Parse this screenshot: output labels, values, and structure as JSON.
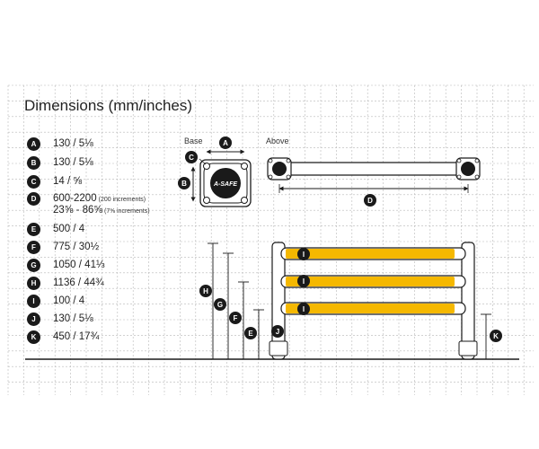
{
  "title": "Dimensions (mm/inches)",
  "views": {
    "base_label": "Base",
    "above_label": "Above",
    "brand_text": "A-SAFE"
  },
  "legend": [
    {
      "letter": "A",
      "value": "130 / 5⅛"
    },
    {
      "letter": "B",
      "value": "130 / 5⅛"
    },
    {
      "letter": "C",
      "value": "14 / ⅝"
    },
    {
      "letter": "D",
      "value": "600-2200",
      "note": "(200 increments)",
      "value2": "23⅝ - 86⅝",
      "note2": "(7⅝ increments)"
    },
    {
      "letter": "E",
      "value": "500 / 4"
    },
    {
      "letter": "F",
      "value": "775 / 30½"
    },
    {
      "letter": "G",
      "value": "1050 / 41⅓"
    },
    {
      "letter": "H",
      "value": "1136 / 44¾"
    },
    {
      "letter": "I",
      "value": "100 / 4"
    },
    {
      "letter": "J",
      "value": "130 / 5⅛"
    },
    {
      "letter": "K",
      "value": "450 / 17¾"
    }
  ],
  "markers": {
    "A": "A",
    "B": "B",
    "C": "C",
    "D": "D",
    "E": "E",
    "F": "F",
    "G": "G",
    "H": "H",
    "I": "I",
    "J": "J",
    "K": "K"
  },
  "colors": {
    "rail": "#f5b800",
    "post": "#ffffff",
    "ink": "#1a1a1a",
    "grid": "#b8b8b8"
  }
}
